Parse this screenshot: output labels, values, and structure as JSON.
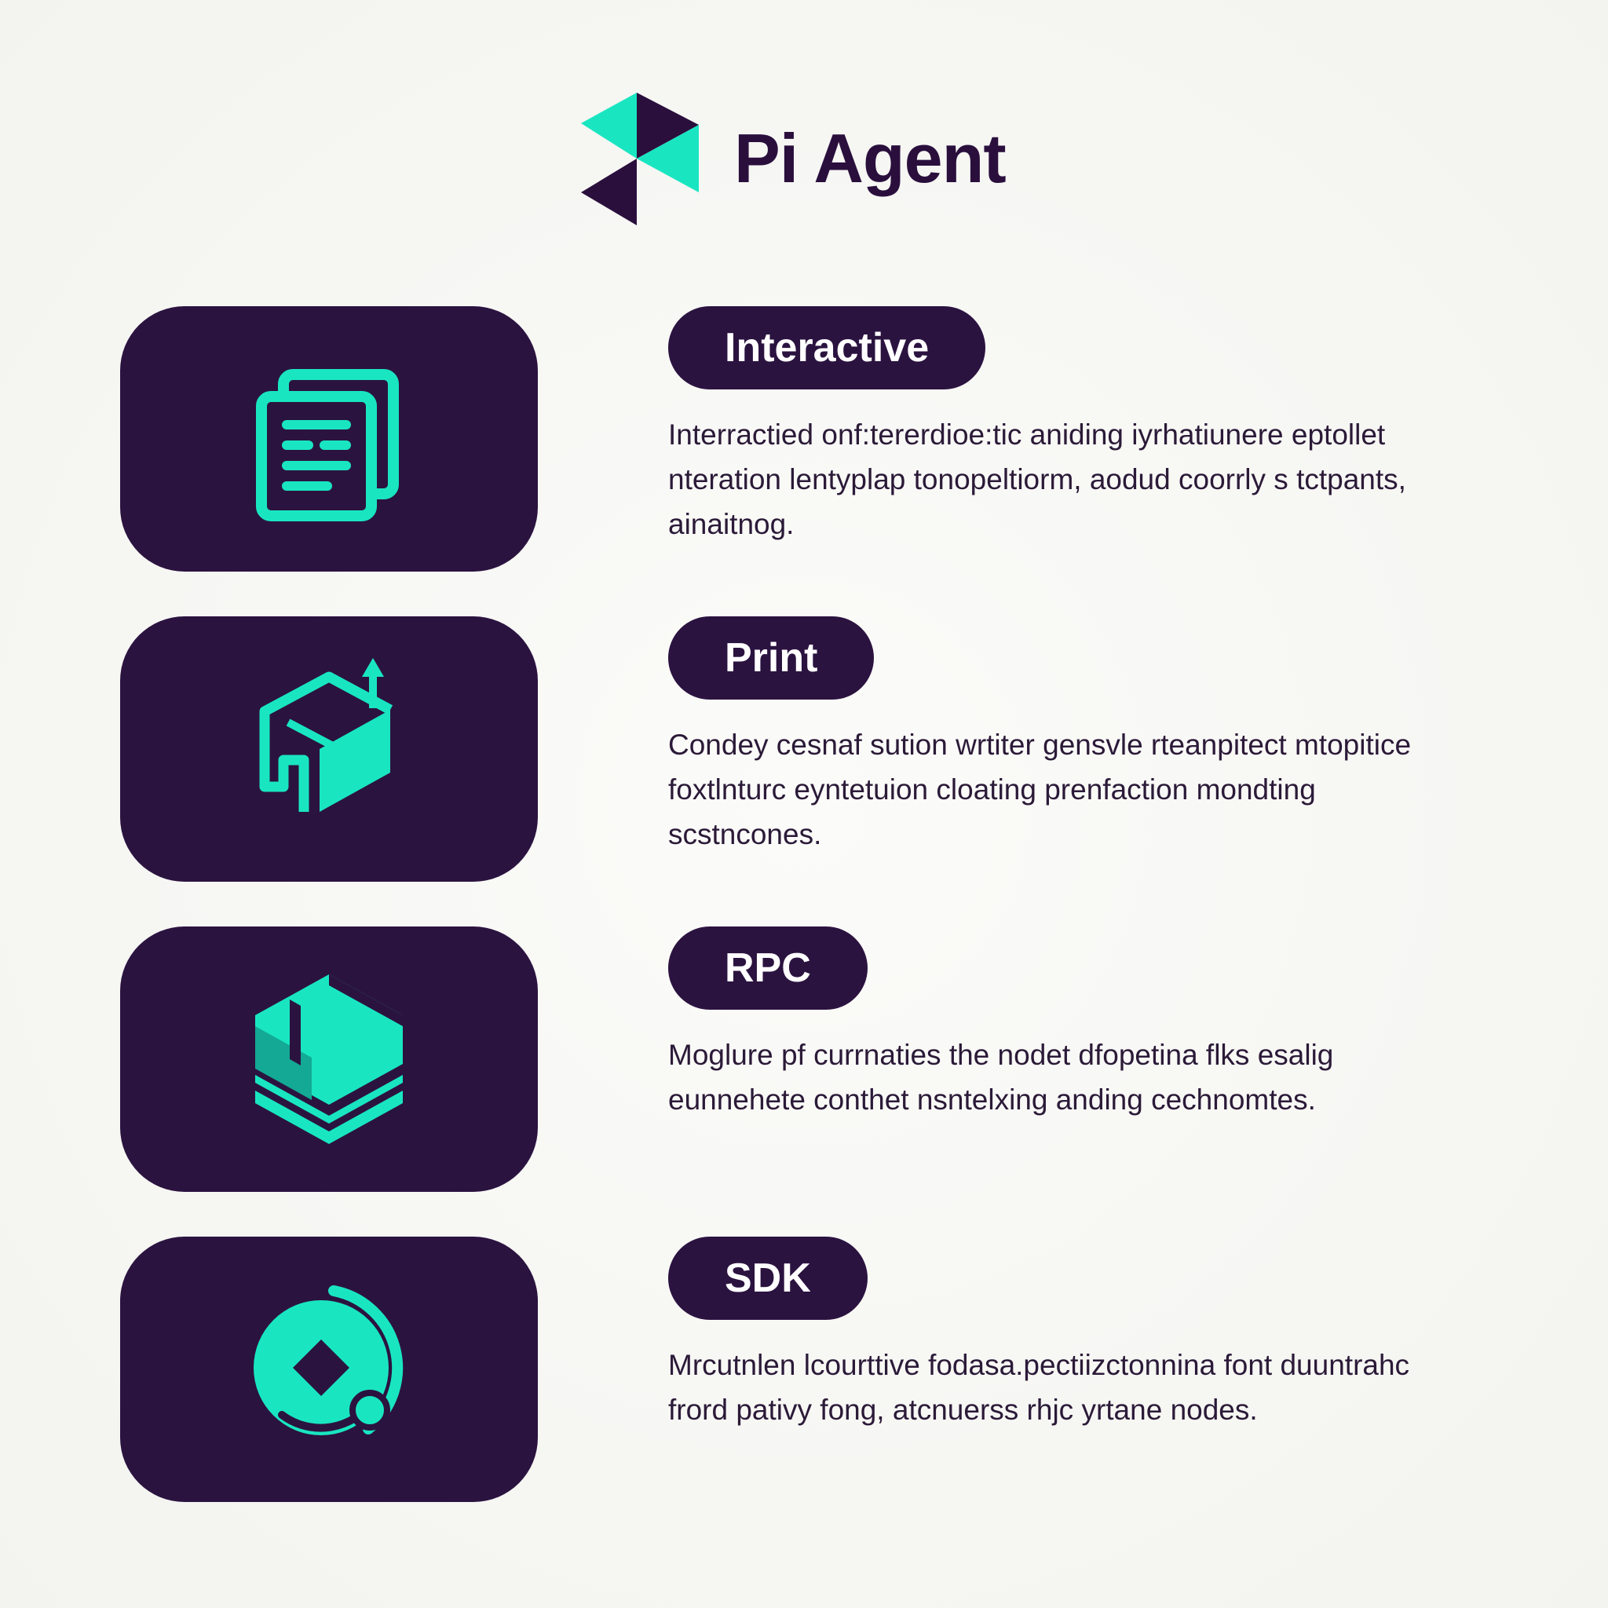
{
  "brand": {
    "name": "Pi Agent",
    "logo_icon": "pi-agent-logo-icon",
    "colors": {
      "teal": "#19e6c1",
      "dark": "#2a0f3d"
    }
  },
  "colors": {
    "tile_background": "#2b1340",
    "icon_accent": "#19e6c1",
    "pill_background": "#2b1340",
    "pill_text": "#ffffff",
    "body_text": "#2b1a38"
  },
  "features": [
    {
      "label": "Interactive",
      "icon": "stacked-documents-icon",
      "description": "Interractied onf:tererdioe:tic aniding iyrhatiunere eptollet nteration lentyplap tonopeltiorm, aodud coorrly s tctpants, ainaitnog."
    },
    {
      "label": "Print",
      "icon": "print-cube-icon",
      "description": "Condey cesnaf sution wrtiter gensvle rteanpitect mtopitice foxtlnturc eyntetuion cloating prenfaction mondting scstncones."
    },
    {
      "label": "RPC",
      "icon": "hexagon-layers-icon",
      "description": "Moglure pf currnaties the nodet dfopetina flks esalig eunnehete conthet nsntelxing anding cechnomtes."
    },
    {
      "label": "SDK",
      "icon": "orbit-diamond-icon",
      "description": "Mrcutnlen lcourttive fodasa.pectiizctonnina font duuntrahc frord pativy fong, atcnuerss rhjc yrtane nodes."
    }
  ]
}
